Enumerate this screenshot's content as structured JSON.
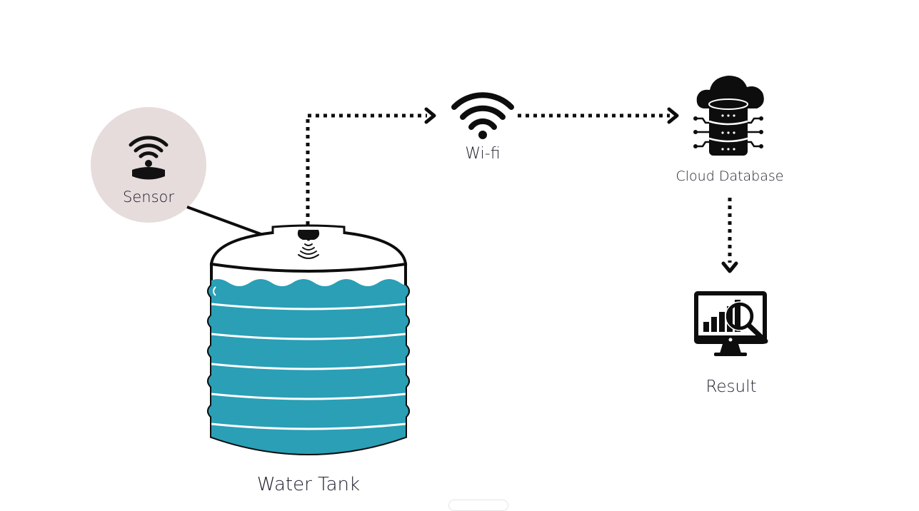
{
  "diagram": {
    "title": "IoT Water Tank Monitoring Flow",
    "colors": {
      "water": "#2a9fb6",
      "sensor_bubble": "#e6dcdc",
      "ink": "#0d0d0d",
      "text": "#20202e"
    },
    "nodes": [
      {
        "id": "sensor",
        "label": "Sensor",
        "icon": "wireless-sensor-icon"
      },
      {
        "id": "water_tank",
        "label": "Water Tank",
        "icon": "water-tank-icon"
      },
      {
        "id": "wifi",
        "label": "Wi-fi",
        "icon": "wifi-icon"
      },
      {
        "id": "cloud_db",
        "label": "Cloud Database",
        "icon": "cloud-database-icon"
      },
      {
        "id": "result",
        "label": "Result",
        "icon": "monitor-analytics-icon"
      }
    ],
    "edges": [
      {
        "from": "sensor",
        "to": "water_tank",
        "style": "solid"
      },
      {
        "from": "water_tank",
        "to": "wifi",
        "style": "dotted"
      },
      {
        "from": "wifi",
        "to": "cloud_db",
        "style": "dotted"
      },
      {
        "from": "cloud_db",
        "to": "result",
        "style": "dotted"
      }
    ]
  }
}
